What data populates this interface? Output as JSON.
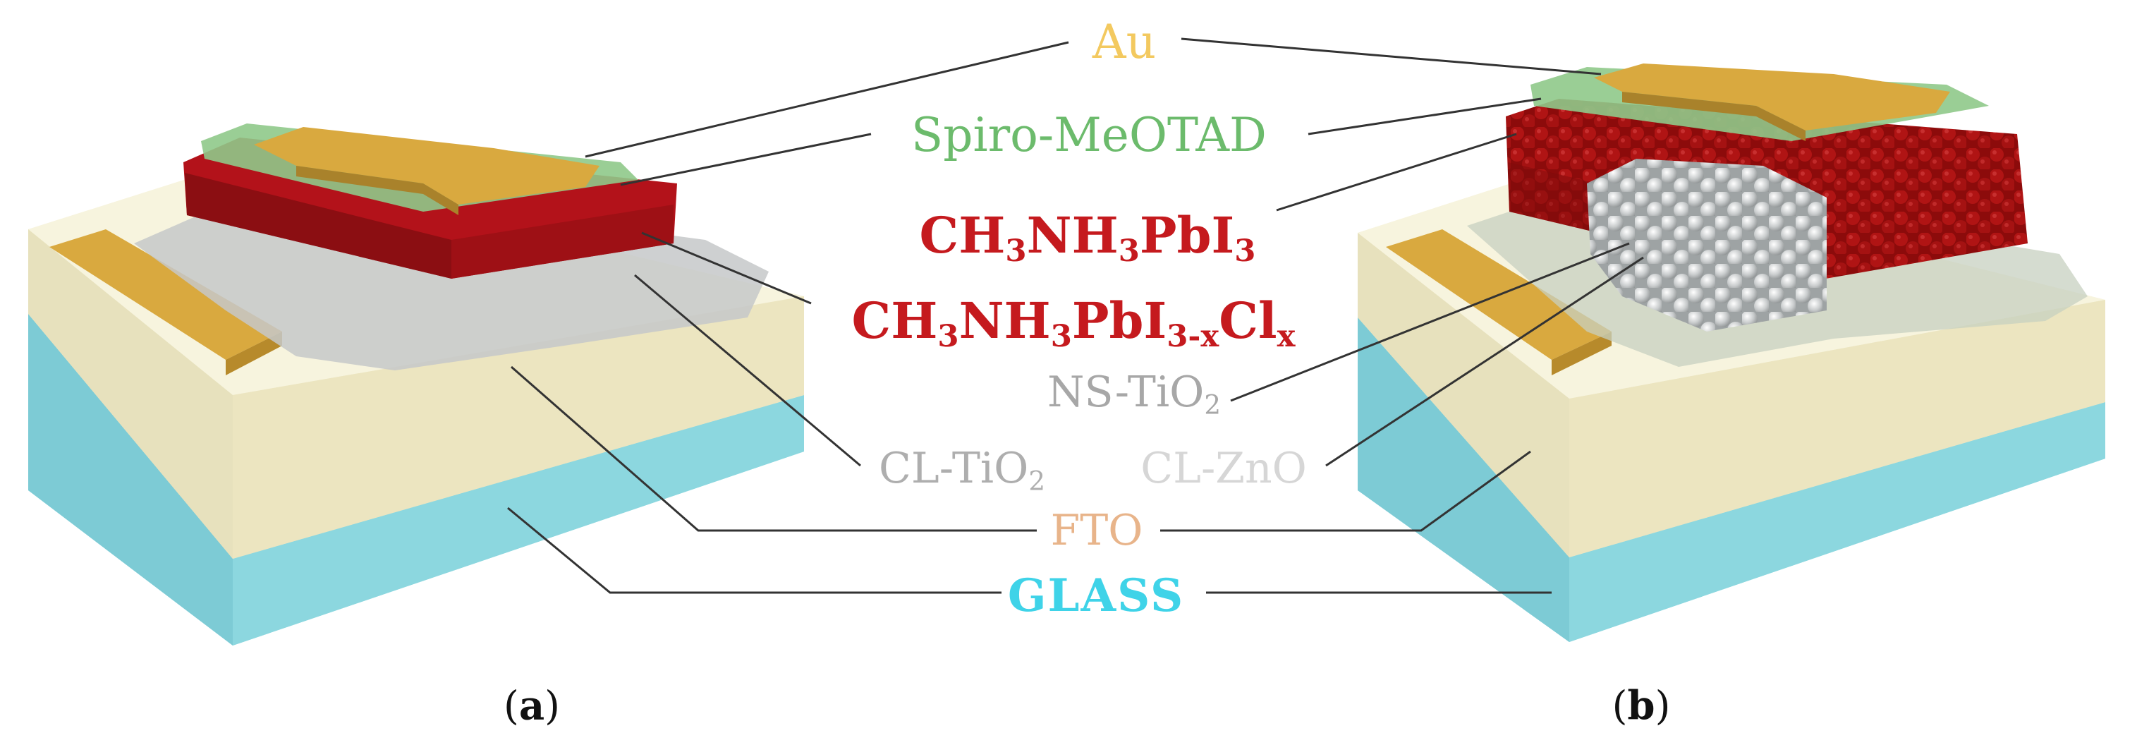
{
  "labels": {
    "au": "Au",
    "spiro": "Spiro-MeOTAD",
    "mapi": {
      "base": "CH",
      "s1": "3",
      "mid": "NH",
      "s2": "3",
      "tail": "PbI",
      "s3": "3"
    },
    "mapicl": {
      "base": "CH",
      "s1": "3",
      "mid": "NH",
      "s2": "3",
      "tail": "PbI",
      "s3": "3-x",
      "tail2": "Cl",
      "s4": "x"
    },
    "ns_tio2": {
      "text": "NS-TiO",
      "sub": "2"
    },
    "cl_tio2": {
      "text": "CL-TiO",
      "sub": "2"
    },
    "cl_zno": "CL-ZnO",
    "fto": "FTO",
    "glass": "GLASS"
  },
  "captions": {
    "a": "a",
    "b": "b"
  },
  "colors": {
    "au": "#f3c95f",
    "spiro": "#6cbb6c",
    "perovskite": "#c51a1e",
    "tio2": "#a7a7a7",
    "zno": "#d6d6d6",
    "fto": "#e8b48a",
    "glass": "#3fd3e8"
  }
}
